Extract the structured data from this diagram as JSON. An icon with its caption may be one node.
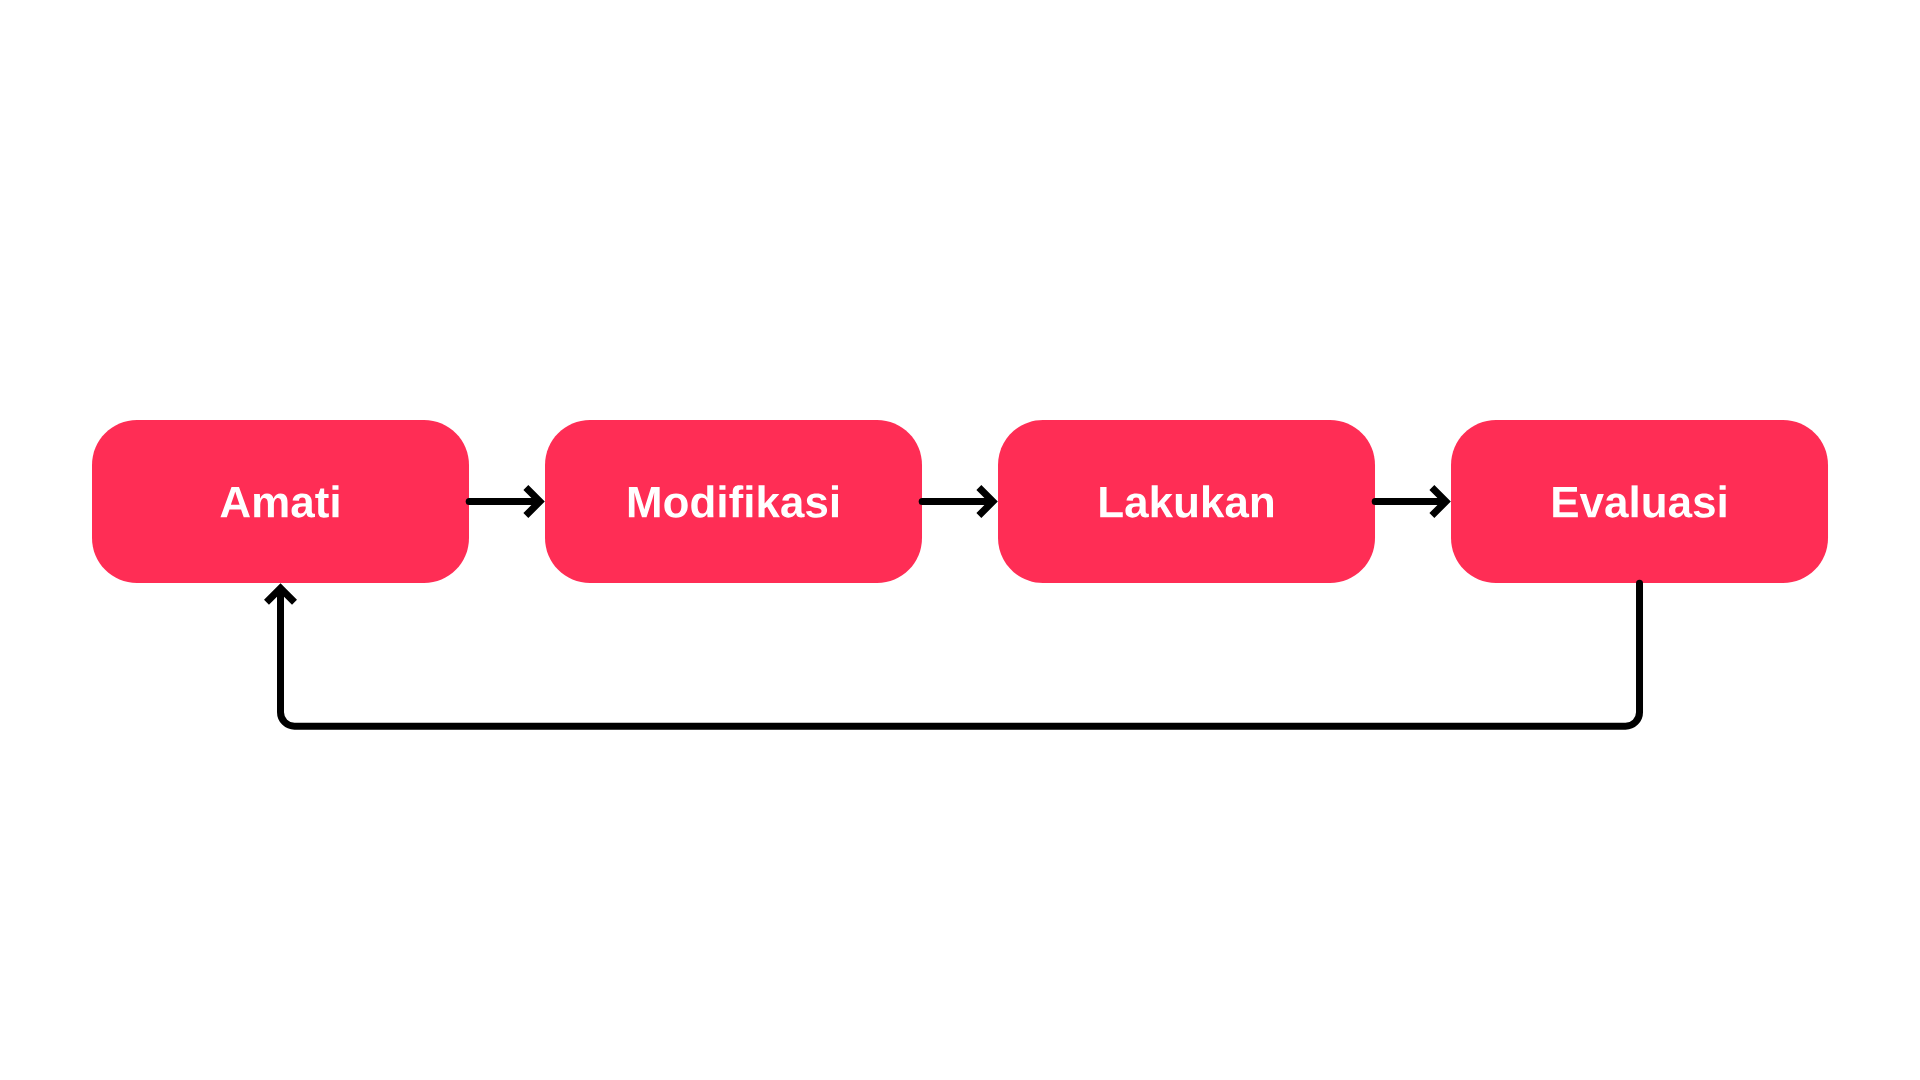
{
  "diagram": {
    "nodes": [
      {
        "text": [
          "Amati"
        ]
      },
      {
        "text": [
          "Modifikasi"
        ]
      },
      {
        "text": [
          "Lakukan"
        ]
      },
      {
        "text": [
          "Evaluasi"
        ]
      }
    ],
    "edges": [
      {
        "from": 0,
        "to": 1,
        "arrow": "to"
      },
      {
        "from": 1,
        "to": 2,
        "arrow": "to"
      },
      {
        "from": 2,
        "to": 3,
        "arrow": "to"
      },
      {
        "from": 3,
        "to": 0,
        "arrow": "to"
      }
    ]
  }
}
